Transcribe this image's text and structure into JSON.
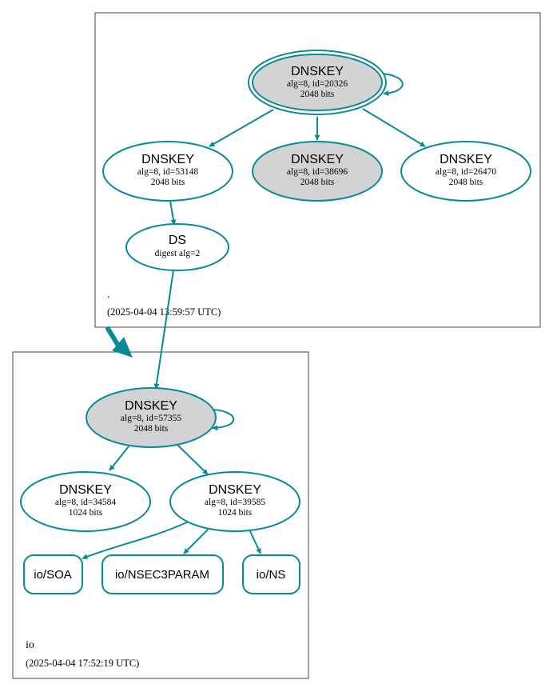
{
  "colors": {
    "edge": "#0a8a96",
    "node_border": "#0a8a96",
    "sep_fill": "#d3d3d3",
    "zone_border": "#444444"
  },
  "zones": {
    "root": {
      "label": ".",
      "timestamp": "(2025-04-04 13:59:57 UTC)"
    },
    "io": {
      "label": "io",
      "timestamp": "(2025-04-04 17:52:19 UTC)"
    }
  },
  "nodes": {
    "root_ksk": {
      "title": "DNSKEY",
      "line1": "alg=8, id=20326",
      "line2": "2048 bits",
      "role": "trust-anchor KSK"
    },
    "root_zsk_a": {
      "title": "DNSKEY",
      "line1": "alg=8, id=53148",
      "line2": "2048 bits"
    },
    "root_sep_b": {
      "title": "DNSKEY",
      "line1": "alg=8, id=38696",
      "line2": "2048 bits"
    },
    "root_zsk_c": {
      "title": "DNSKEY",
      "line1": "alg=8, id=26470",
      "line2": "2048 bits"
    },
    "io_ds": {
      "title": "DS",
      "line1": "digest alg=2"
    },
    "io_ksk": {
      "title": "DNSKEY",
      "line1": "alg=8, id=57355",
      "line2": "2048 bits"
    },
    "io_zsk_a": {
      "title": "DNSKEY",
      "line1": "alg=8, id=34584",
      "line2": "1024 bits"
    },
    "io_zsk_b": {
      "title": "DNSKEY",
      "line1": "alg=8, id=39585",
      "line2": "1024 bits"
    },
    "io_soa": {
      "label": "io/SOA"
    },
    "io_nsec3param": {
      "label": "io/NSEC3PARAM"
    },
    "io_ns": {
      "label": "io/NS"
    }
  }
}
